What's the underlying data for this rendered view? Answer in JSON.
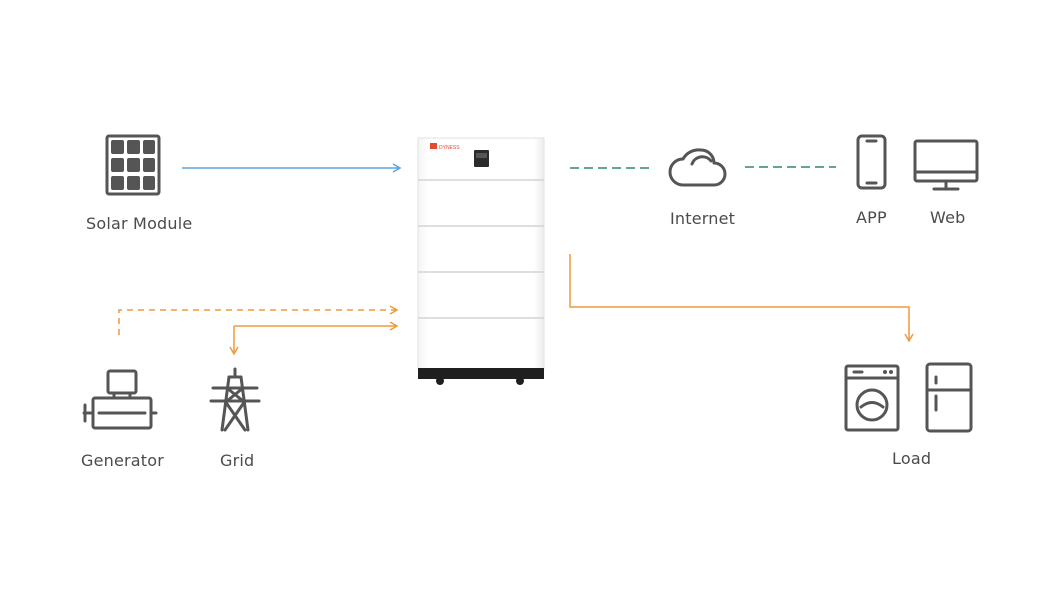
{
  "colors": {
    "solar_flow": "#5aa6dc",
    "power_flow": "#ef9a3e",
    "data_link": "#2f8a62",
    "icon": "#555555"
  },
  "nodes": {
    "solar": {
      "label": "Solar Module",
      "icon": "solar-panel-icon"
    },
    "generator": {
      "label": "Generator",
      "icon": "generator-icon"
    },
    "grid": {
      "label": "Grid",
      "icon": "transmission-tower-icon"
    },
    "battery": {
      "brand": "DYNESS",
      "icon": "battery-storage-unit"
    },
    "internet": {
      "label": "Internet",
      "icon": "cloud-icon"
    },
    "app": {
      "label": "APP",
      "icon": "smartphone-icon"
    },
    "web": {
      "label": "Web",
      "icon": "monitor-icon"
    },
    "load": {
      "label": "Load",
      "icons": [
        "washing-machine-icon",
        "refrigerator-icon"
      ]
    }
  },
  "connections": [
    {
      "from": "Solar Module",
      "to": "battery",
      "style": "solid",
      "color": "solar_flow"
    },
    {
      "from": "Generator",
      "to": "battery",
      "style": "dashed",
      "color": "power_flow"
    },
    {
      "from": "battery",
      "to": "Grid",
      "style": "solid",
      "color": "power_flow",
      "bidirectional": true
    },
    {
      "from": "battery",
      "to": "Internet",
      "style": "dashed",
      "color": "data_link"
    },
    {
      "from": "Internet",
      "to": "APP / Web",
      "style": "dashed",
      "color": "data_link"
    },
    {
      "from": "battery",
      "to": "Load",
      "style": "solid",
      "color": "power_flow"
    }
  ]
}
